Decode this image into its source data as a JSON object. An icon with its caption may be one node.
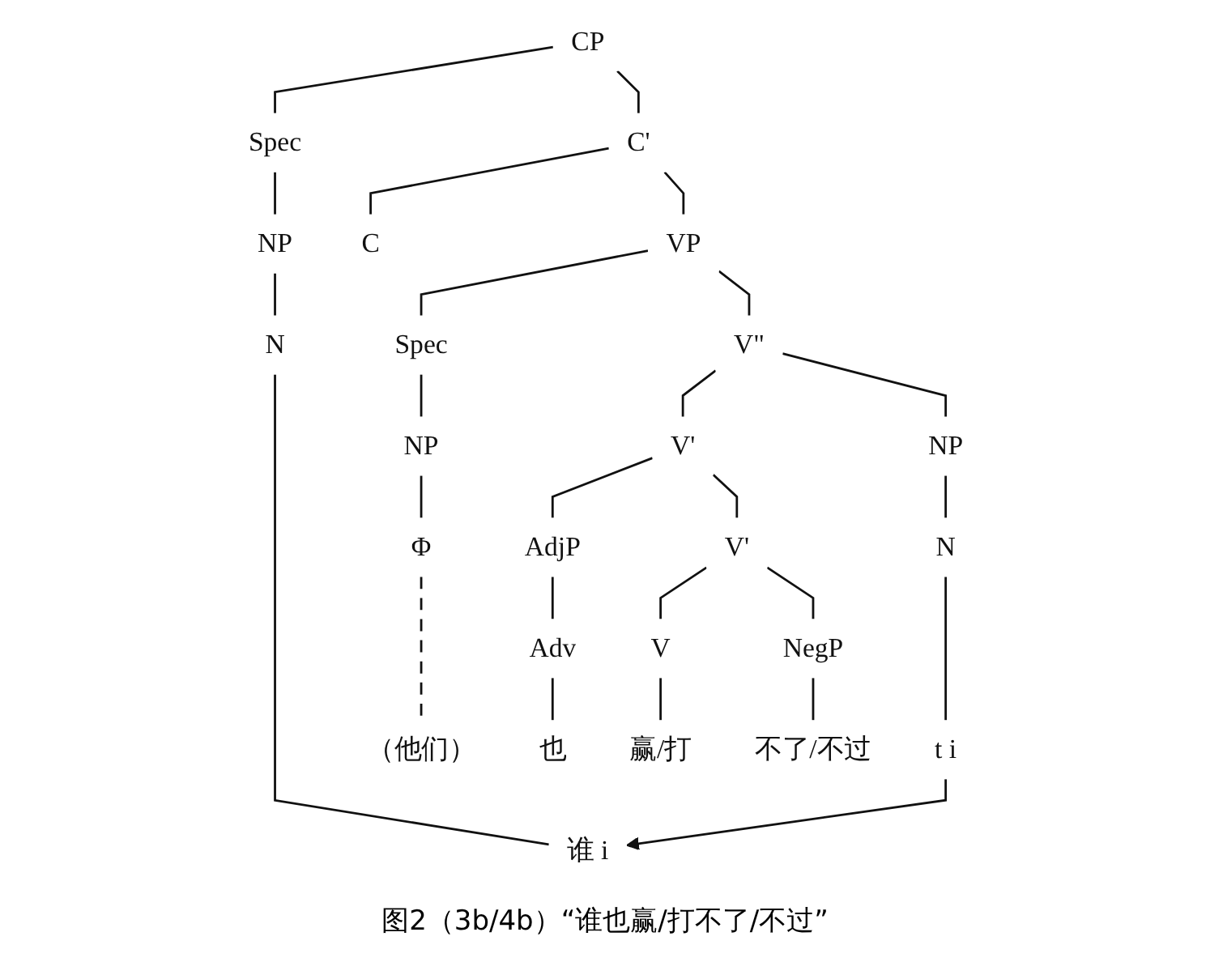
{
  "diagram": {
    "caption": "图2（3b/4b）“谁也赢/打不了/不过”",
    "nodes": [
      {
        "text": [
          "CP"
        ]
      },
      {
        "text": [
          "Spec"
        ]
      },
      {
        "text": [
          "C'"
        ]
      },
      {
        "text": [
          "NP"
        ]
      },
      {
        "text": [
          "C"
        ]
      },
      {
        "text": [
          "VP"
        ]
      },
      {
        "text": [
          "N"
        ]
      },
      {
        "text": [
          "Spec"
        ]
      },
      {
        "text": [
          "V\""
        ]
      },
      {
        "text": [
          "NP"
        ]
      },
      {
        "text": [
          "V'"
        ]
      },
      {
        "text": [
          "NP"
        ]
      },
      {
        "text": [
          "Φ"
        ]
      },
      {
        "text": [
          "AdjP"
        ]
      },
      {
        "text": [
          "V'"
        ]
      },
      {
        "text": [
          "N"
        ]
      },
      {
        "text": [
          "Adv"
        ]
      },
      {
        "text": [
          "V"
        ]
      },
      {
        "text": [
          "NegP"
        ]
      },
      {
        "text": [
          "谁 i"
        ]
      },
      {
        "text": [
          "（他们）"
        ]
      },
      {
        "text": [
          "也"
        ]
      },
      {
        "text": [
          "赢/打"
        ]
      },
      {
        "text": [
          "不了/不过"
        ]
      },
      {
        "text": [
          "t i"
        ]
      }
    ],
    "edges": [
      {
        "from": 0,
        "to": 1,
        "arrow": "none"
      },
      {
        "from": 0,
        "to": 2,
        "arrow": "none"
      },
      {
        "from": 1,
        "to": 3,
        "arrow": "none"
      },
      {
        "from": 2,
        "to": 4,
        "arrow": "none"
      },
      {
        "from": 2,
        "to": 5,
        "arrow": "none"
      },
      {
        "from": 3,
        "to": 6,
        "arrow": "none"
      },
      {
        "from": 5,
        "to": 7,
        "arrow": "none"
      },
      {
        "from": 5,
        "to": 8,
        "arrow": "none"
      },
      {
        "from": 7,
        "to": 9,
        "arrow": "none"
      },
      {
        "from": 8,
        "to": 10,
        "arrow": "none"
      },
      {
        "from": 8,
        "to": 11,
        "arrow": "none"
      },
      {
        "from": 9,
        "to": 12,
        "arrow": "none"
      },
      {
        "from": 10,
        "to": 13,
        "arrow": "none"
      },
      {
        "from": 10,
        "to": 14,
        "arrow": "none"
      },
      {
        "from": 11,
        "to": 15,
        "arrow": "none"
      },
      {
        "from": 13,
        "to": 16,
        "arrow": "none"
      },
      {
        "from": 14,
        "to": 17,
        "arrow": "none"
      },
      {
        "from": 14,
        "to": 18,
        "arrow": "none"
      },
      {
        "from": 6,
        "to": 19,
        "arrow": "none"
      },
      {
        "from": 12,
        "to": 20,
        "arrow": "none",
        "style": "dashed"
      },
      {
        "from": 16,
        "to": 21,
        "arrow": "none"
      },
      {
        "from": 17,
        "to": 22,
        "arrow": "none"
      },
      {
        "from": 18,
        "to": 23,
        "arrow": "none"
      },
      {
        "from": 15,
        "to": 24,
        "arrow": "none"
      },
      {
        "from": 24,
        "to": 19,
        "arrow": "to"
      }
    ]
  }
}
